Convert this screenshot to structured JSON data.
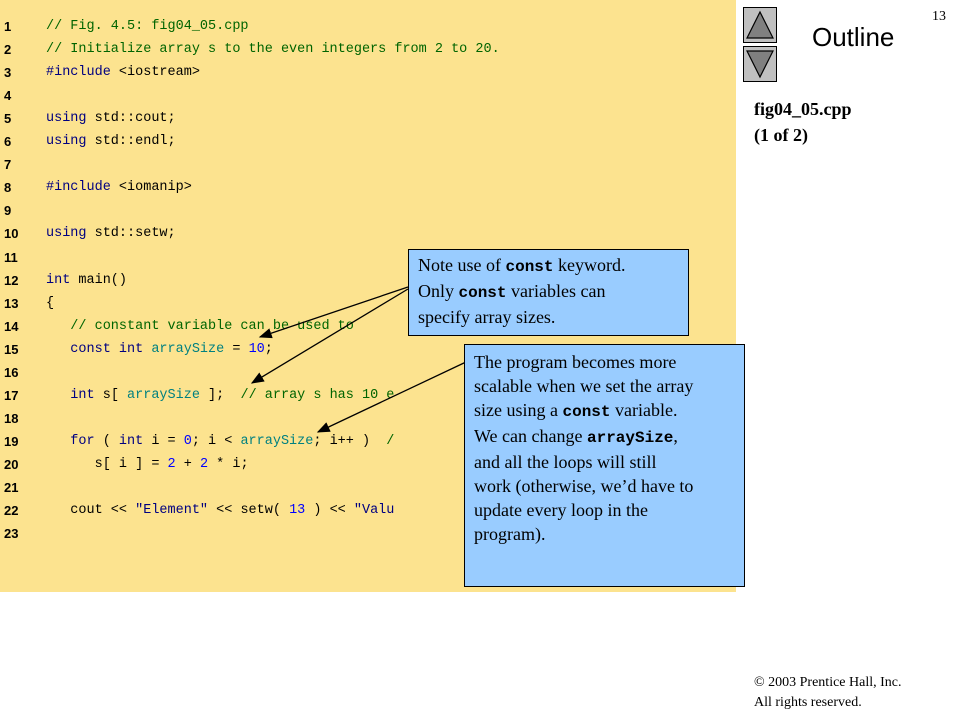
{
  "slide": {
    "page_number": "13",
    "outline_title": "Outline",
    "file_name": "fig04_05.cpp",
    "file_part": "(1 of 2)",
    "copyright_line1": "© 2003 Prentice Hall, Inc.",
    "copyright_line2": "All rights reserved."
  },
  "colors": {
    "code_background": "#fce38f",
    "callout_background": "#99ccff",
    "comment": "#006400",
    "keyword": "#000080",
    "number": "#0000ff",
    "identifier": "#008080",
    "nav_button": "#c0c0c0"
  },
  "icons": {
    "nav_up": "triangle-up-icon",
    "nav_down": "triangle-down-icon"
  },
  "code": {
    "lines": [
      {
        "num": "1",
        "tokens": [
          {
            "t": "// Fig. 4.5: fig04_05.cpp",
            "k": "comment"
          }
        ]
      },
      {
        "num": "2",
        "tokens": [
          {
            "t": "// Initialize array s to the even integers from 2 to 20.",
            "k": "comment"
          }
        ]
      },
      {
        "num": "3",
        "tokens": [
          {
            "t": "#include ",
            "k": "kw"
          },
          {
            "t": "<iostream>",
            "k": "plain"
          }
        ]
      },
      {
        "num": "4",
        "tokens": []
      },
      {
        "num": "5",
        "tokens": [
          {
            "t": "using ",
            "k": "kw"
          },
          {
            "t": "std::cout;",
            "k": "plain"
          }
        ]
      },
      {
        "num": "6",
        "tokens": [
          {
            "t": "using ",
            "k": "kw"
          },
          {
            "t": "std::endl;",
            "k": "plain"
          }
        ]
      },
      {
        "num": "7",
        "tokens": []
      },
      {
        "num": "8",
        "tokens": [
          {
            "t": "#include ",
            "k": "kw"
          },
          {
            "t": "<iomanip>",
            "k": "plain"
          }
        ]
      },
      {
        "num": "9",
        "tokens": []
      },
      {
        "num": "10",
        "tokens": [
          {
            "t": "using ",
            "k": "kw"
          },
          {
            "t": "std::setw;",
            "k": "plain"
          }
        ]
      },
      {
        "num": "11",
        "tokens": []
      },
      {
        "num": "12",
        "tokens": [
          {
            "t": "int ",
            "k": "kw"
          },
          {
            "t": "main()",
            "k": "plain"
          }
        ]
      },
      {
        "num": "13",
        "tokens": [
          {
            "t": "{",
            "k": "plain"
          }
        ]
      },
      {
        "num": "14",
        "tokens": [
          {
            "t": "   // constant variable can be used to",
            "k": "comment"
          }
        ]
      },
      {
        "num": "15",
        "tokens": [
          {
            "t": "   const int ",
            "k": "kw"
          },
          {
            "t": "arraySize",
            "k": "id"
          },
          {
            "t": " = ",
            "k": "plain"
          },
          {
            "t": "10",
            "k": "num"
          },
          {
            "t": ";",
            "k": "plain"
          }
        ]
      },
      {
        "num": "16",
        "tokens": []
      },
      {
        "num": "17",
        "tokens": [
          {
            "t": "   int ",
            "k": "kw"
          },
          {
            "t": "s[ ",
            "k": "plain"
          },
          {
            "t": "arraySize",
            "k": "id"
          },
          {
            "t": " ];  ",
            "k": "plain"
          },
          {
            "t": "// array s has 10 e",
            "k": "comment"
          }
        ]
      },
      {
        "num": "18",
        "tokens": []
      },
      {
        "num": "19",
        "tokens": [
          {
            "t": "   for ",
            "k": "kw"
          },
          {
            "t": "( ",
            "k": "plain"
          },
          {
            "t": "int ",
            "k": "kw"
          },
          {
            "t": "i = ",
            "k": "plain"
          },
          {
            "t": "0",
            "k": "num"
          },
          {
            "t": "; i < ",
            "k": "plain"
          },
          {
            "t": "arraySize",
            "k": "id"
          },
          {
            "t": "; i++ )  ",
            "k": "plain"
          },
          {
            "t": "/",
            "k": "comment"
          }
        ]
      },
      {
        "num": "20",
        "tokens": [
          {
            "t": "      s[ i ] = ",
            "k": "plain"
          },
          {
            "t": "2",
            "k": "num"
          },
          {
            "t": " + ",
            "k": "plain"
          },
          {
            "t": "2",
            "k": "num"
          },
          {
            "t": " * i;",
            "k": "plain"
          }
        ]
      },
      {
        "num": "21",
        "tokens": []
      },
      {
        "num": "22",
        "tokens": [
          {
            "t": "   cout << ",
            "k": "plain"
          },
          {
            "t": "\"Element\"",
            "k": "str"
          },
          {
            "t": " << setw( ",
            "k": "plain"
          },
          {
            "t": "13",
            "k": "num"
          },
          {
            "t": " ) << ",
            "k": "plain"
          },
          {
            "t": "\"Valu",
            "k": "str"
          }
        ]
      },
      {
        "num": "23",
        "tokens": []
      }
    ]
  },
  "callouts": {
    "first": {
      "line1_pre": "Note use of ",
      "line1_code": "const",
      "line1_post": " keyword.",
      "line2_pre": "Only ",
      "line2_code": "const",
      "line2_post": " variables can",
      "line3": "specify array sizes."
    },
    "second": {
      "line1": "The program becomes more",
      "line2": "scalable when we set the array",
      "line3_pre": "size using a ",
      "line3_code": "const",
      "line3_post": " variable.",
      "line4_pre": "We can change ",
      "line4_code": "arraySize",
      "line4_post": ",",
      "line5": "and all the loops will still",
      "line6": "work (otherwise, we’d have to",
      "line7": "update every loop in the",
      "line8": "program)."
    }
  }
}
